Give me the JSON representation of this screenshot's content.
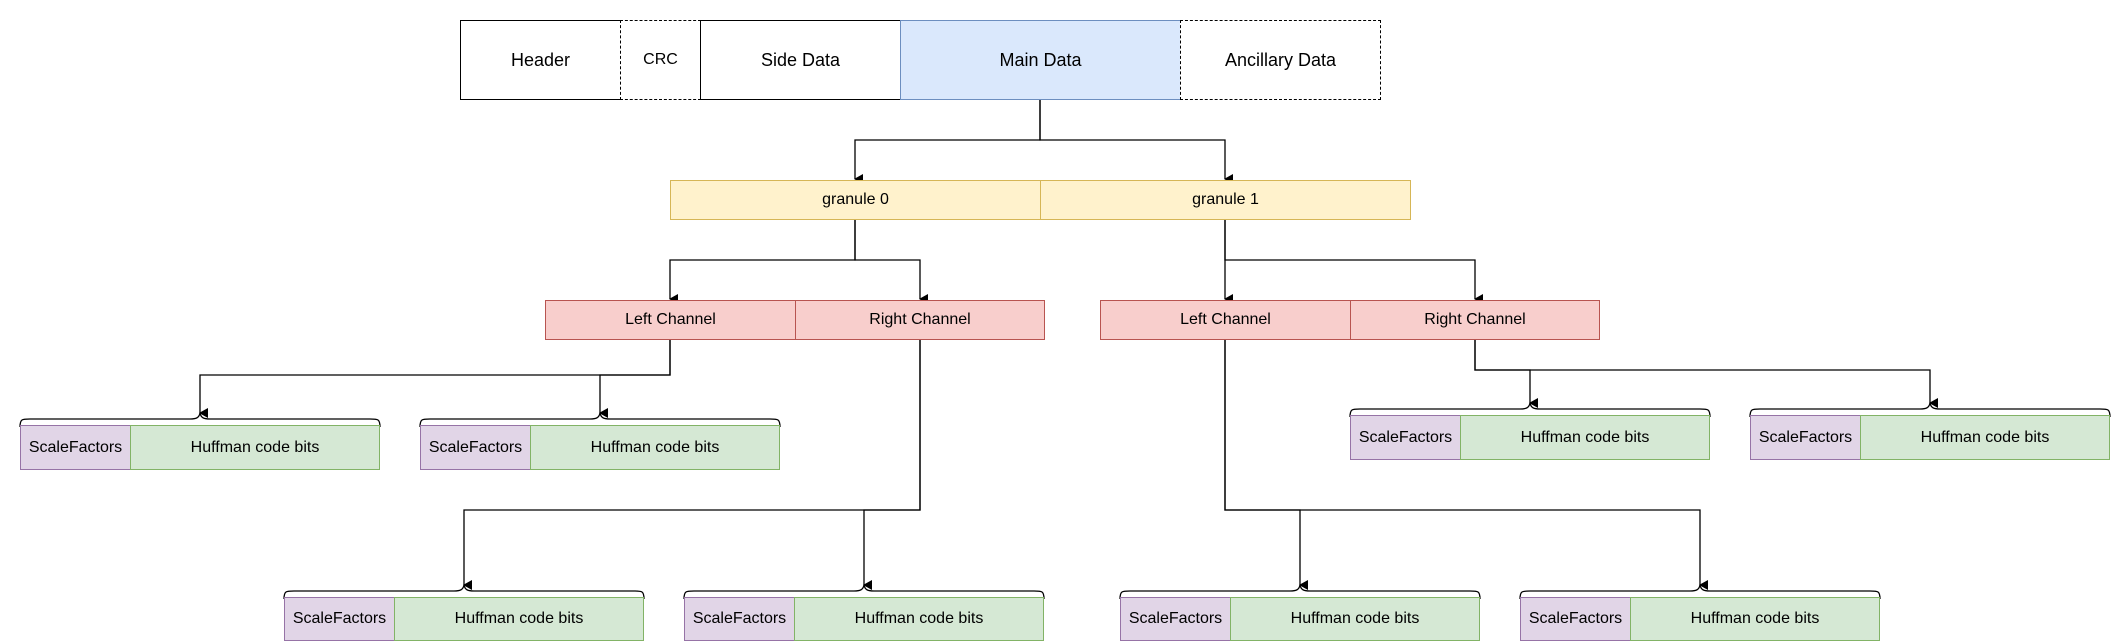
{
  "frame": {
    "header": "Header",
    "crc": "CRC",
    "side_data": "Side Data",
    "main_data": "Main Data",
    "ancillary_data": "Ancillary Data"
  },
  "granules": [
    "granule 0",
    "granule 1"
  ],
  "channels": {
    "left": "Left Channel",
    "right": "Right Channel"
  },
  "sub_block": {
    "scalefactors": "ScaleFactors",
    "huffman": "Huffman code bits"
  },
  "colors": {
    "main_fill": "#dae8fc",
    "granule_fill": "#fff2cc",
    "channel_fill": "#f8cecc",
    "scalefactors_fill": "#e1d5e7",
    "huffman_fill": "#d5e8d4"
  }
}
